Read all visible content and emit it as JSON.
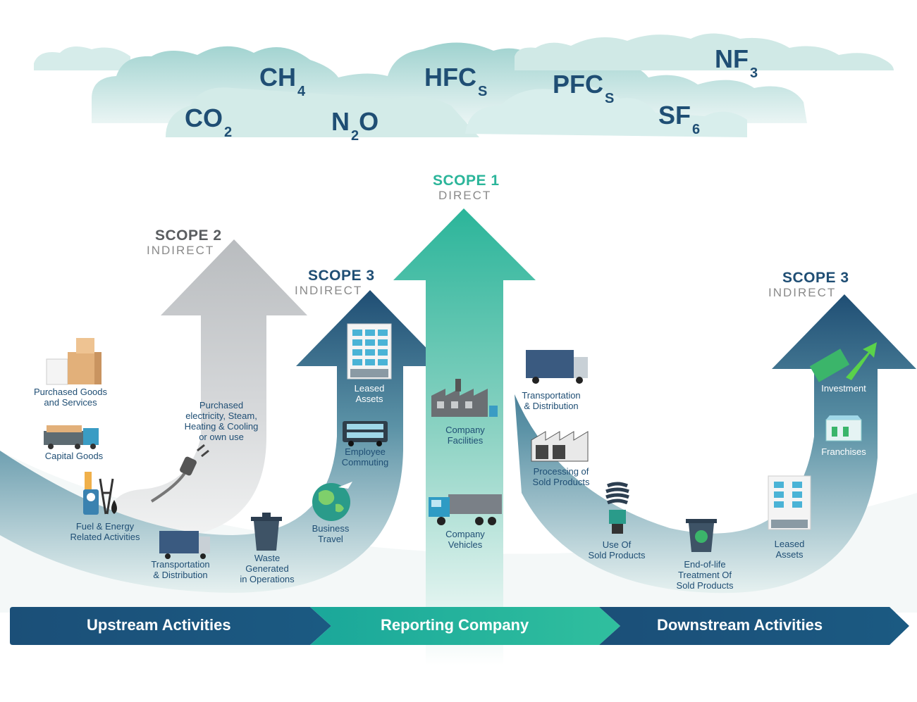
{
  "gases": {
    "co2": {
      "main": "CO",
      "sub": "2"
    },
    "ch4": {
      "main": "CH",
      "sub": "4"
    },
    "n2o_pre": "N",
    "n2o_sub": "2",
    "n2o_post": "O",
    "hfcs": {
      "main": "HFC",
      "sub": "S"
    },
    "pfcs": {
      "main": "PFC",
      "sub": "S"
    },
    "sf6": {
      "main": "SF",
      "sub": "6"
    },
    "nf3": {
      "main": "NF",
      "sub": "3"
    }
  },
  "scopes": {
    "scope2": {
      "title": "SCOPE 2",
      "sub": "INDIRECT"
    },
    "scope3_up": {
      "title": "SCOPE 3",
      "sub": "INDIRECT"
    },
    "scope1": {
      "title": "SCOPE 1",
      "sub": "DIRECT"
    },
    "scope3_down": {
      "title": "SCOPE 3",
      "sub": "INDIRECT"
    }
  },
  "activities": {
    "purchased_goods": "Purchased Goods\nand Services",
    "capital_goods": "Capital Goods",
    "fuel_energy": "Fuel & Energy\nRelated Activities",
    "transport_up": "Transportation\n& Distribution",
    "waste": "Waste\nGenerated\nin Operations",
    "purchased_electricity": "Purchased\nelectricity, Steam,\nHeating & Cooling\nor own use",
    "leased_up": "Leased\nAssets",
    "employee_commuting": "Employee\nCommuting",
    "business_travel": "Business\nTravel",
    "company_facilities": "Company\nFacilities",
    "company_vehicles": "Company\nVehicles",
    "transport_down": "Transportation\n& Distribution",
    "processing": "Processing of\nSold Products",
    "use_of_sold": "Use Of\nSold Products",
    "end_of_life": "End-of-life\nTreatment Of\nSold Products",
    "leased_down": "Leased\nAssets",
    "franchises": "Franchises",
    "investment": "Investment"
  },
  "band": {
    "upstream": "Upstream Activities",
    "reporting": "Reporting Company",
    "downstream": "Downstream Activities"
  },
  "colors": {
    "navy": "#1f4e74",
    "teal": "#2bb59a",
    "grey_arrow": "#c9ccce",
    "cloud": "#cfe8e6",
    "band_dark": "#1b4f78"
  },
  "icons": [
    "box-icon",
    "truck-icon",
    "gas-pump-icon",
    "trash-bin-icon",
    "plug-icon",
    "building-icon",
    "bus-icon",
    "globe-plane-icon",
    "factory-icon",
    "lorry-icon",
    "bulb-icon",
    "recycle-bin-icon",
    "franchise-icon",
    "money-growth-icon"
  ]
}
